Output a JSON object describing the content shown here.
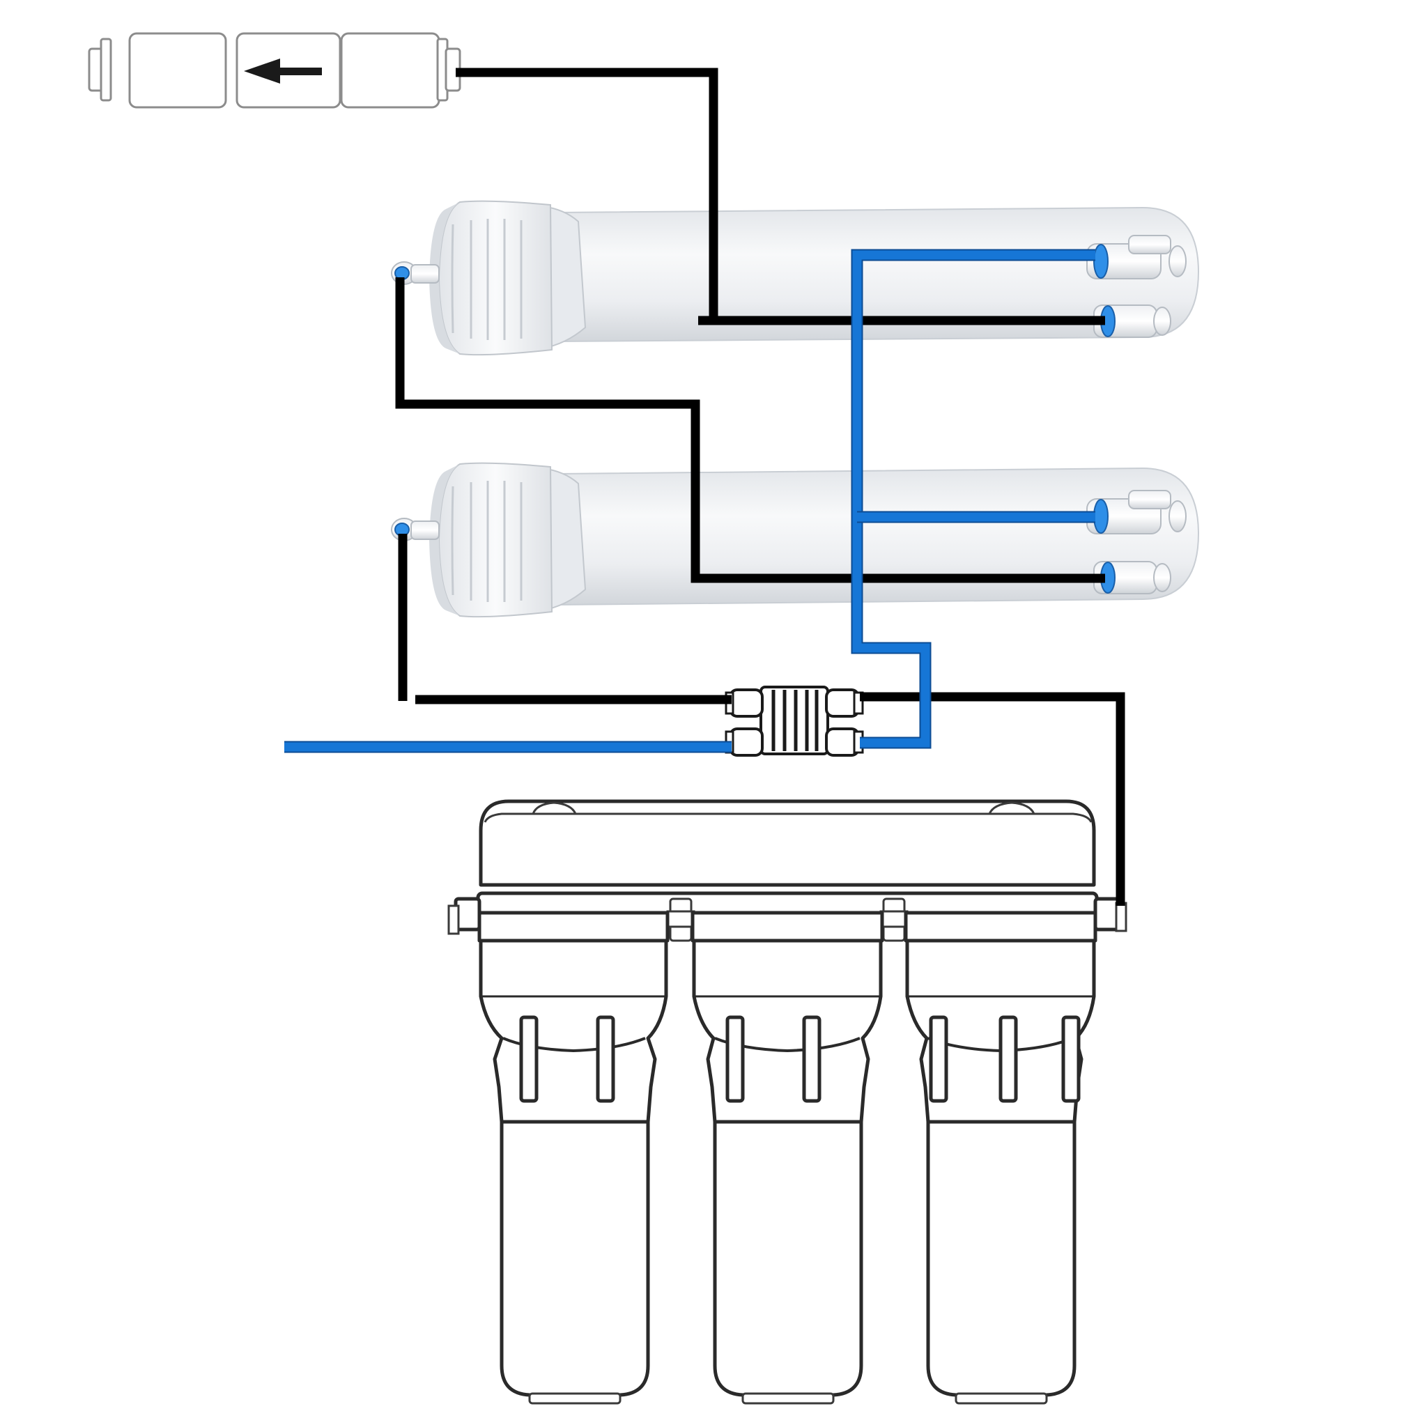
{
  "diagram": {
    "components": [
      {
        "id": "check-valve",
        "icon": "flow-arrow-left-icon"
      },
      {
        "id": "membrane-housing-upper"
      },
      {
        "id": "membrane-housing-lower"
      },
      {
        "id": "tee-connector-block"
      },
      {
        "id": "prefilter-unit",
        "housings": 3
      }
    ],
    "connections": [
      {
        "from": "membrane-housing-upper",
        "to": "check-valve",
        "tube": "black"
      },
      {
        "from": "membrane-housing-lower",
        "to": "membrane-housing-upper",
        "tube": "black"
      },
      {
        "from": "tee-connector-block",
        "to": "membrane-housing-lower",
        "tube": "black"
      },
      {
        "from": "prefilter-unit",
        "to": "tee-connector-block",
        "tube": "black"
      },
      {
        "from": "membrane-housing-upper",
        "to": "tee-connector-block",
        "tube": "blue"
      },
      {
        "from": "membrane-housing-lower",
        "to": "tee-connector-block",
        "tube": "blue"
      },
      {
        "from": "tee-connector-block",
        "to": "outlet",
        "tube": "blue"
      }
    ],
    "colors": {
      "tube_black": "#000000",
      "tube_blue": "#1676d6",
      "housing_white": "#f1f3f5",
      "fitting_blue": "#2f8fe8",
      "outline": "#2a2a2a"
    }
  }
}
